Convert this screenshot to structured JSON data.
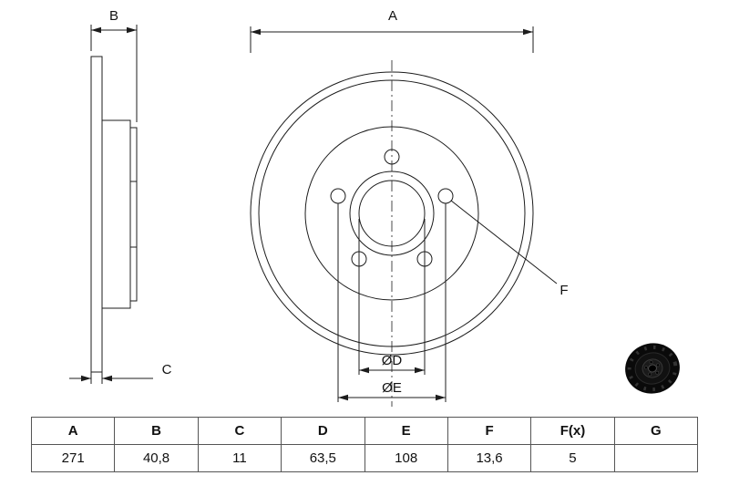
{
  "drawing": {
    "dim_labels": {
      "a": "A",
      "b": "B",
      "c": "C",
      "d": "ØD",
      "e": "ØE",
      "f": "F"
    }
  },
  "table": {
    "headers": [
      "A",
      "B",
      "C",
      "D",
      "E",
      "F",
      "F(x)",
      "G"
    ],
    "values": [
      "271",
      "40,8",
      "11",
      "63,5",
      "108",
      "13,6",
      "5",
      ""
    ]
  },
  "colors": {
    "line": "#1c1c1c",
    "background": "#ffffff"
  }
}
